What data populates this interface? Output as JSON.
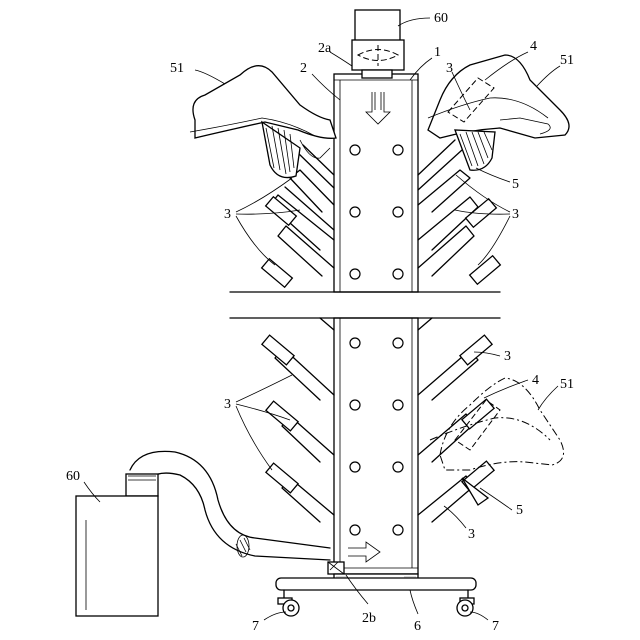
{
  "labels": {
    "fan_top": "60",
    "fan_left": "60",
    "inlet_top": "2a",
    "column": "1",
    "duct": "2",
    "hose_top": "3",
    "tube_top": "4",
    "shoe_left": "51",
    "shoe_right": "51",
    "left_pipes_upper": "3",
    "right_pipes_upper": "3",
    "nozzle_upper": "5",
    "right_pipes_lower": "3",
    "left_pipes_lower": "3",
    "tube_lower": "4",
    "shoe_lower": "51",
    "nozzle_lower": "5",
    "lowest_pipe": "3",
    "inlet_bottom": "2b",
    "base": "6",
    "caster_left": "7",
    "caster_right": "7"
  }
}
